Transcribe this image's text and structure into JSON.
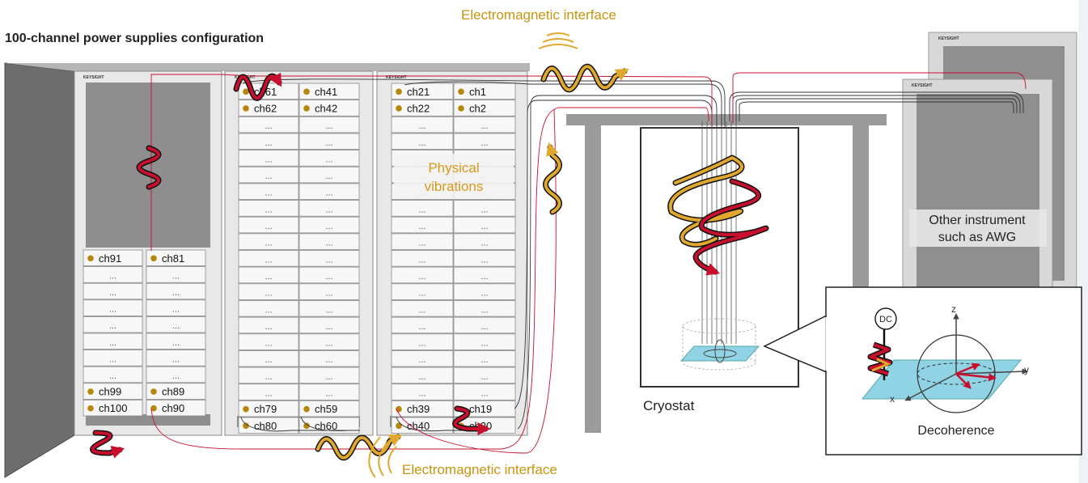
{
  "title": "100-channel power supplies configuration",
  "em_top": "Electromagnetic interface",
  "em_bottom": "Electromagnetic interface",
  "vibrations": [
    "Physical",
    "vibrations"
  ],
  "other_instrument": [
    "Other instrument",
    "such as AWG"
  ],
  "cryostat": "Cryostat",
  "decoherence": "Decoherence",
  "dc_label": "DC",
  "axes": {
    "z": "z",
    "y": "y",
    "x": "x"
  },
  "brand": "KEYSIGHT",
  "ellipsis": "...",
  "units": {
    "unit1": {
      "col1": {
        "top": "ch91",
        "bottom": [
          "ch99",
          "ch100"
        ]
      },
      "col2": {
        "top": "ch81",
        "bottom": [
          "ch89",
          "ch90"
        ]
      }
    },
    "unit2": {
      "col1": {
        "top": [
          "ch61",
          "ch62"
        ],
        "bottom": [
          "ch79",
          "ch80"
        ]
      },
      "col2": {
        "top": [
          "ch41",
          "ch42"
        ],
        "bottom": [
          "ch59",
          "ch60"
        ]
      }
    },
    "unit3": {
      "col1": {
        "top": [
          "ch21",
          "ch22"
        ],
        "bottom": [
          "ch39",
          "ch40"
        ]
      },
      "col2": {
        "top": [
          "ch1",
          "ch2"
        ],
        "bottom": [
          "ch19",
          "ch20"
        ]
      }
    }
  },
  "colors": {
    "red": "#c8102e",
    "gold": "#e0a82e",
    "accent_text": "#c8940e",
    "dot": "#b8860b"
  }
}
